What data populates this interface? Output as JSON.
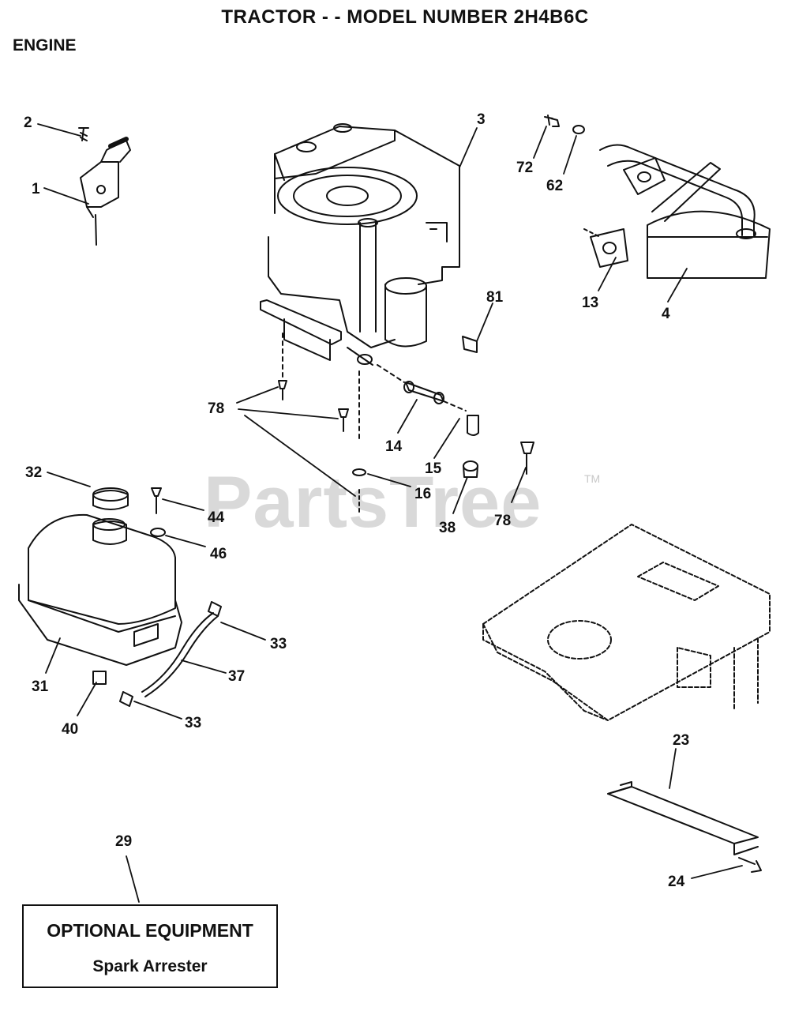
{
  "header": {
    "title": "TRACTOR - - MODEL NUMBER 2H4B6C",
    "section": "ENGINE"
  },
  "watermark": {
    "text": "PartsTree",
    "trademark": "TM"
  },
  "callouts": [
    "1",
    "2",
    "3",
    "72",
    "62",
    "13",
    "4",
    "81",
    "78",
    "14",
    "15",
    "16",
    "38",
    "78",
    "32",
    "44",
    "46",
    "31",
    "33",
    "37",
    "40",
    "33",
    "23",
    "24",
    "29"
  ],
  "optional_box": {
    "heading": "OPTIONAL EQUIPMENT",
    "item": "Spark Arrester"
  }
}
